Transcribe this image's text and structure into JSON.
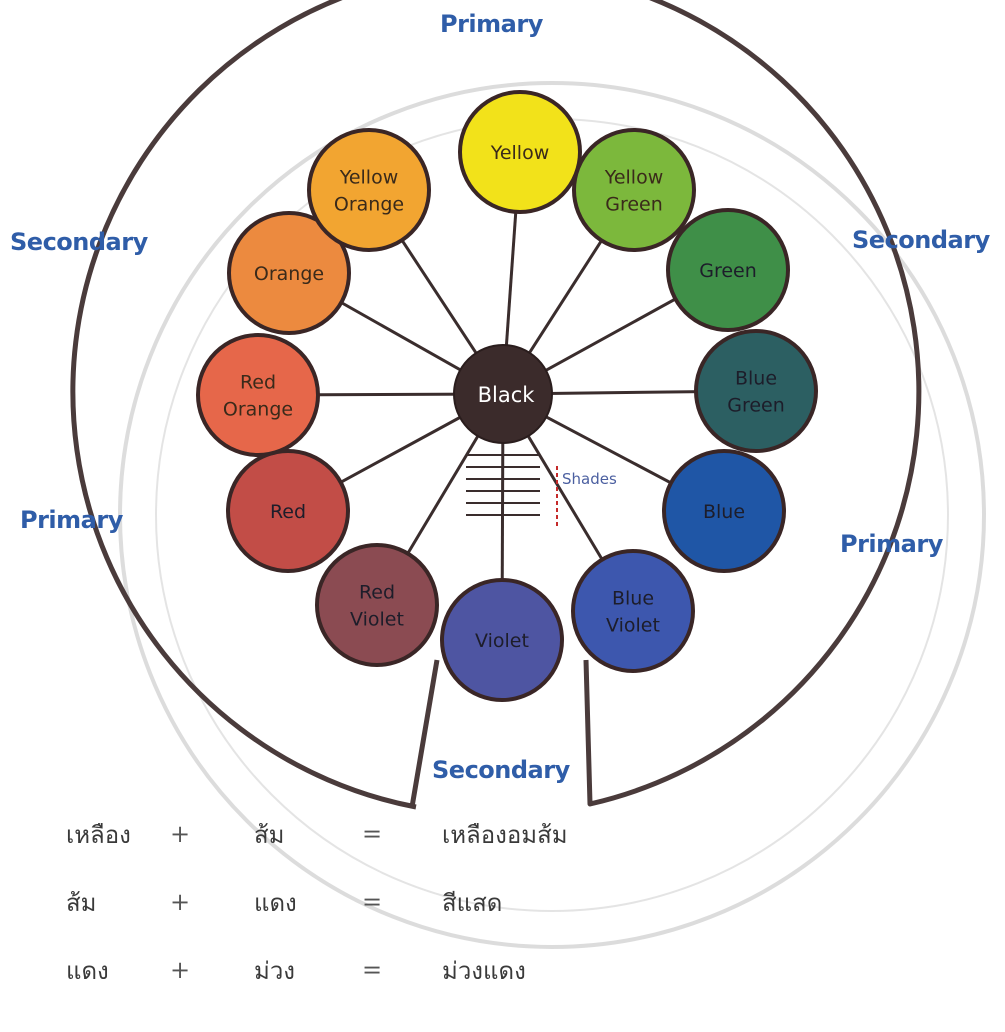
{
  "labels": {
    "top": "Primary",
    "left_secondary": "Secondary",
    "right_secondary": "Secondary",
    "left_primary": "Primary",
    "right_primary": "Primary",
    "bottom_secondary": "Secondary"
  },
  "center": {
    "label": "Black",
    "color": "#3b2b2b"
  },
  "shades_label": "Shades",
  "colors": [
    {
      "name": "yellow",
      "lines": [
        "Yellow"
      ],
      "fill": "#f2e21a"
    },
    {
      "name": "yellow-green",
      "lines": [
        "Yellow",
        "Green"
      ],
      "fill": "#7cb83c"
    },
    {
      "name": "green",
      "lines": [
        "Green"
      ],
      "fill": "#3f8f48"
    },
    {
      "name": "blue-green",
      "lines": [
        "Blue",
        "Green"
      ],
      "fill": "#2c5f62"
    },
    {
      "name": "blue",
      "lines": [
        "Blue"
      ],
      "fill": "#1f56a6"
    },
    {
      "name": "blue-violet",
      "lines": [
        "Blue",
        "Violet"
      ],
      "fill": "#3d57ae"
    },
    {
      "name": "violet",
      "lines": [
        "Violet"
      ],
      "fill": "#4e55a2"
    },
    {
      "name": "red-violet",
      "lines": [
        "Red",
        "Violet"
      ],
      "fill": "#8b4b52"
    },
    {
      "name": "red",
      "lines": [
        "Red"
      ],
      "fill": "#c24d47"
    },
    {
      "name": "red-orange",
      "lines": [
        "Red",
        "Orange"
      ],
      "fill": "#e6674a"
    },
    {
      "name": "orange",
      "lines": [
        "Orange"
      ],
      "fill": "#ec8a3f"
    },
    {
      "name": "yellow-orange",
      "lines": [
        "Yellow",
        "Orange"
      ],
      "fill": "#f2a531"
    }
  ],
  "mixes": [
    {
      "a": "เหลือง",
      "op": "+",
      "b": "ส้ม",
      "eq": "=",
      "result": "เหลืองอมส้ม"
    },
    {
      "a": "ส้ม",
      "op": "+",
      "b": "แดง",
      "eq": "=",
      "result": "สีแสด"
    },
    {
      "a": "แดง",
      "op": "+",
      "b": "ม่วง",
      "eq": "=",
      "result": "ม่วงแดง"
    }
  ]
}
